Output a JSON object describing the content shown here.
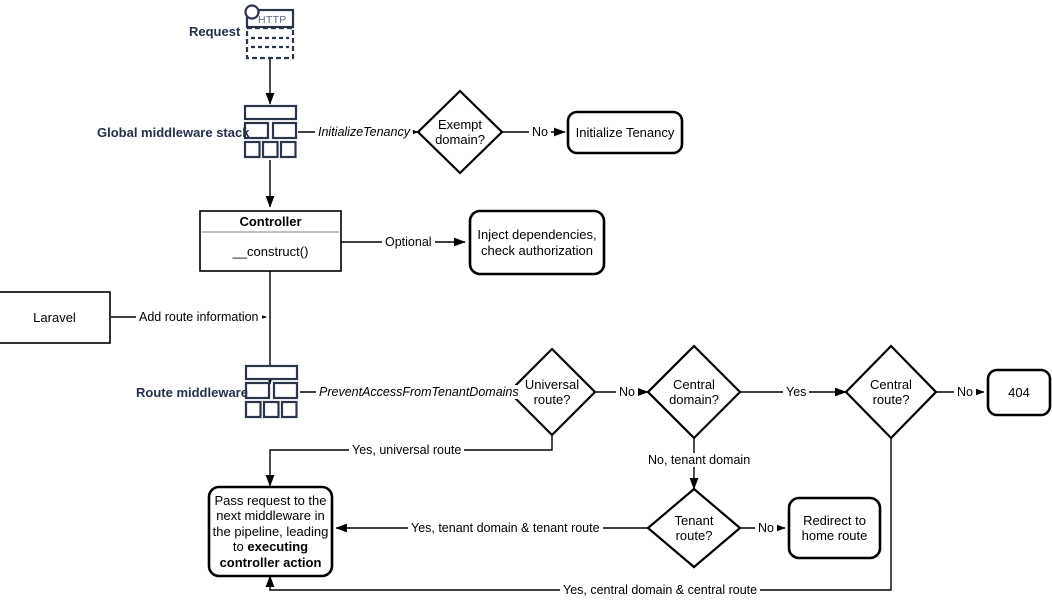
{
  "diagram": {
    "title": "Laravel multi-tenancy request lifecycle flowchart",
    "colors": {
      "stroke": "#000000",
      "icon_stroke": "#2b3549",
      "label_text": "#24304a",
      "divider": "#9a9a9a",
      "background": "#ffffff"
    }
  },
  "side_labels": {
    "request": "Request",
    "global_middleware_stack": "Global middleware stack",
    "route_middleware": "Route middleware"
  },
  "icons": {
    "http_request": {
      "name": "http-request-icon",
      "text": "HTTP"
    },
    "middleware_stack_global": "middleware-stack-icon",
    "middleware_stack_route": "middleware-stack-icon"
  },
  "nodes": {
    "exempt_domain": "Exempt\ndomain?",
    "exempt_domain_line1": "Exempt",
    "exempt_domain_line2": "domain?",
    "initialize_tenancy": "Initialize Tenancy",
    "controller_title": "Controller",
    "controller_method": "__construct()",
    "inject_dependencies_line1": "Inject dependencies,",
    "inject_dependencies_line2": "check authorization",
    "laravel": "Laravel",
    "universal_route_line1": "Universal",
    "universal_route_line2": "route?",
    "central_domain_line1": "Central",
    "central_domain_line2": "domain?",
    "central_route_line1": "Central",
    "central_route_line2": "route?",
    "not_found": "404",
    "tenant_route_line1": "Tenant",
    "tenant_route_line2": "route?",
    "redirect_home_line1": "Redirect to",
    "redirect_home_line2": "home route",
    "pass_request_line1": "Pass request to the",
    "pass_request_line2": "next middleware in",
    "pass_request_line3": "the pipeline, leading",
    "pass_request_line4": "to ",
    "pass_request_bold1": "executing",
    "pass_request_bold2": "controller action"
  },
  "edge_labels": {
    "initialize_tenancy_mw": "InitializeTenancy",
    "exempt_no": "No",
    "optional": "Optional",
    "add_route_information": "Add route information",
    "prevent_access_mw": "PreventAccessFromTenantDomains",
    "universal_no": "No",
    "central_domain_yes": "Yes",
    "central_route_no": "No",
    "no_tenant_domain": "No, tenant domain",
    "tenant_route_no": "No",
    "yes_universal_route": "Yes, universal route",
    "yes_tenant_domain_tenant_route": "Yes, tenant domain & tenant route",
    "yes_central_domain_central_route": "Yes, central domain & central route"
  }
}
